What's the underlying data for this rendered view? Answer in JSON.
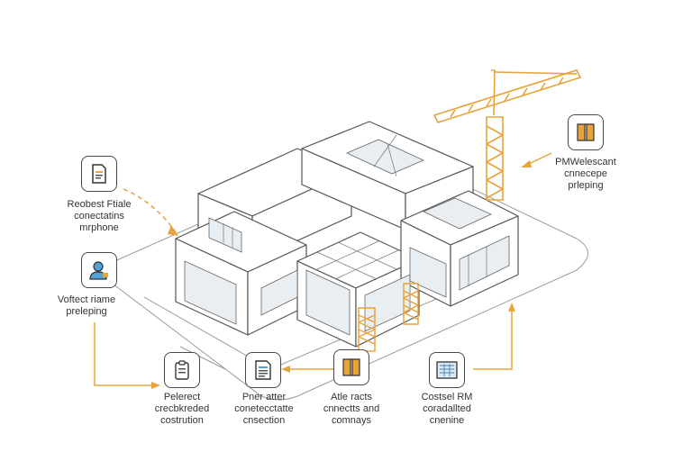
{
  "colors": {
    "accent": "#e8a33a",
    "line": "#555555",
    "text": "#333333"
  },
  "nodes": {
    "top_left": {
      "icon": "document-icon",
      "lines": [
        "Reobest Ftiale",
        "conectatins",
        "mrphone"
      ]
    },
    "mid_left": {
      "icon": "user-icon",
      "lines": [
        "Voftect riame",
        "preleping"
      ]
    },
    "top_right": {
      "icon": "book-icon",
      "lines": [
        "PMWelescant",
        "cnnecepe",
        "prleping"
      ]
    },
    "bottom_1": {
      "icon": "clipboard-icon",
      "lines": [
        "Pelerect",
        "crecbkreded",
        "costrution"
      ]
    },
    "bottom_2": {
      "icon": "document-list-icon",
      "lines": [
        "Pner atter",
        "conetecctatte",
        "cnsection"
      ]
    },
    "bottom_3": {
      "icon": "book-icon",
      "lines": [
        "Atle racts",
        "cnnectts and",
        "comnays"
      ]
    },
    "bottom_4": {
      "icon": "blueprint-icon",
      "lines": [
        "Costsel RM",
        "coradallted",
        "cnenine"
      ]
    }
  }
}
